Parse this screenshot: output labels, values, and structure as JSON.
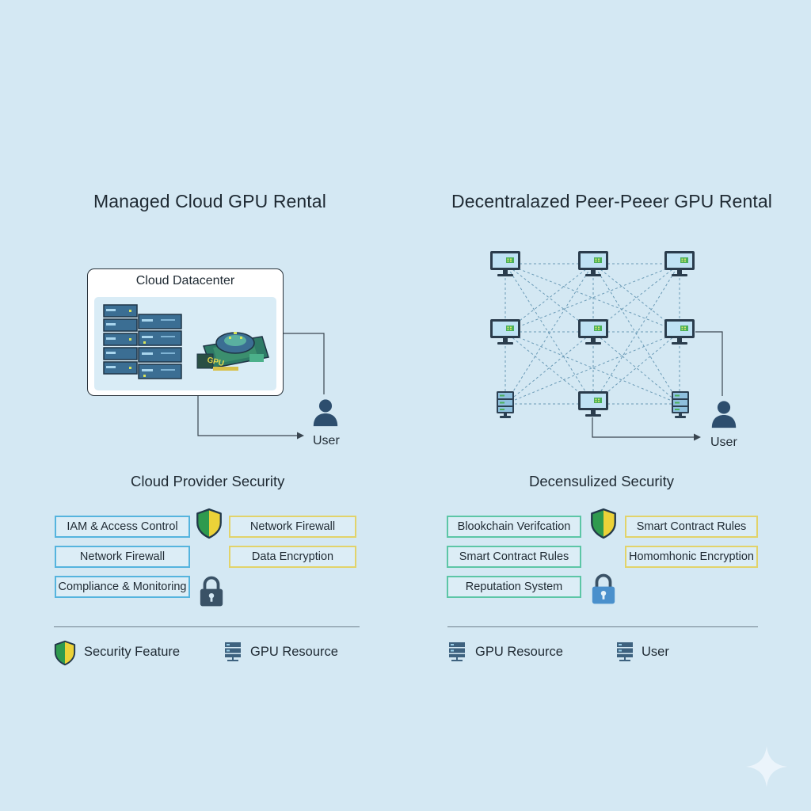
{
  "left": {
    "title": "Managed Cloud GPU Rental",
    "datacenter_label": "Cloud Datacenter",
    "gpu_card_label": "GPU",
    "user_label": "User",
    "security_title": "Cloud Provider Security",
    "badges": [
      {
        "label": "IAM & Access Control",
        "color": "blue"
      },
      {
        "label": "Network Firewall",
        "color": "yellow"
      },
      {
        "label": "Network Firewall",
        "color": "blue"
      },
      {
        "label": "Data Encryption",
        "color": "yellow"
      },
      {
        "label": "Compliance & Monitoring",
        "color": "blue"
      }
    ],
    "legend": [
      {
        "icon": "shield-icon",
        "label": "Security Feature"
      },
      {
        "icon": "server-icon",
        "label": "GPU Resource"
      }
    ]
  },
  "right": {
    "title": "Decentralazed Peer-Peeer GPU Rental",
    "user_label": "User",
    "security_title": "Decensulized Security",
    "badges": [
      {
        "label": "Blookchain Verifcation",
        "color": "green"
      },
      {
        "label": "Smart Contract Rules",
        "color": "yellow"
      },
      {
        "label": "Smart Contract Rules",
        "color": "green"
      },
      {
        "label": "Homomhonic Encryption",
        "color": "yellow"
      },
      {
        "label": "Reputation System",
        "color": "green"
      }
    ],
    "legend": [
      {
        "icon": "server-icon",
        "label": "GPU Resource"
      },
      {
        "icon": "server-icon",
        "label": "User"
      }
    ]
  },
  "colors": {
    "background": "#d4e8f3",
    "blue_border": "#55b4de",
    "yellow_border": "#e2d36a",
    "green_border": "#5cc6a6",
    "server": "#4a7fa3",
    "lock_dark": "#3a5266",
    "lock_blue": "#4a90cc",
    "shield_green": "#2f9a4e",
    "shield_yellow": "#ecd238"
  }
}
